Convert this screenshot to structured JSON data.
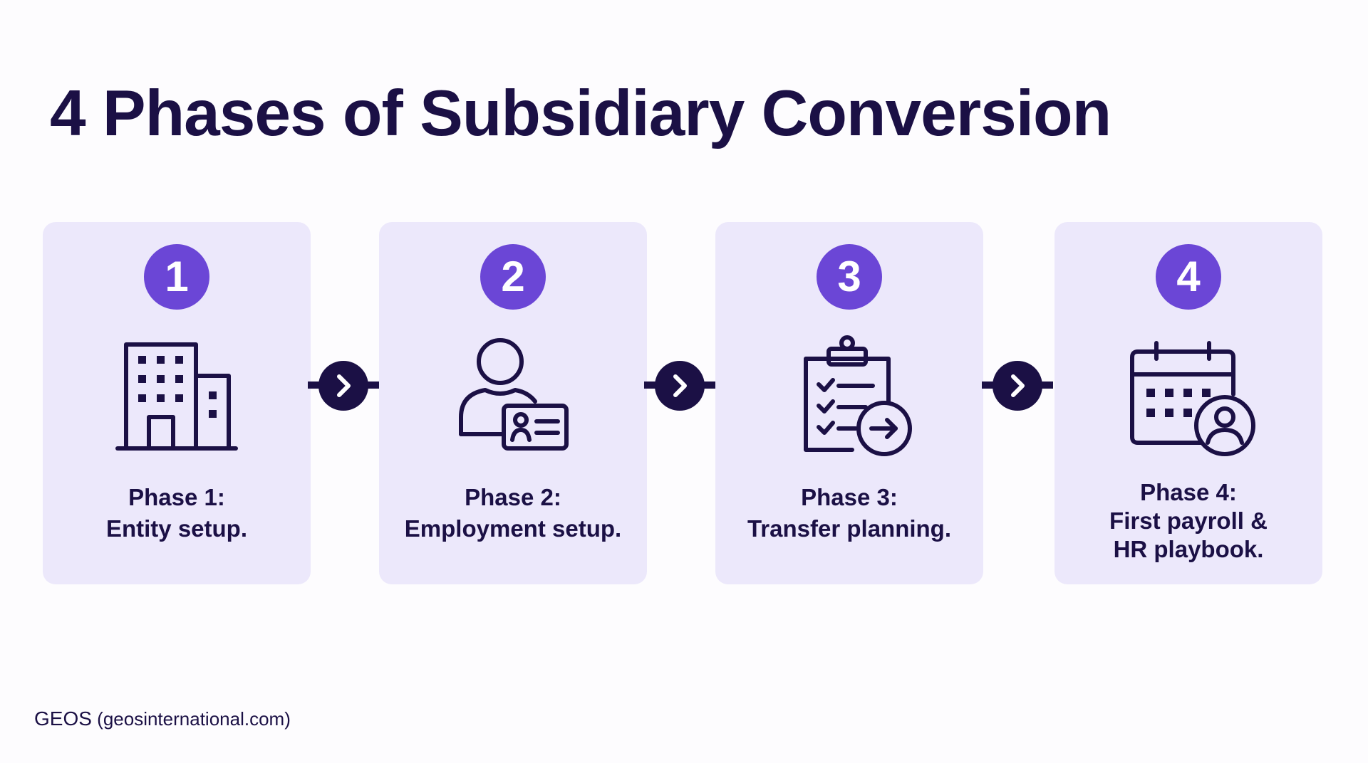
{
  "title": "4 Phases of Subsidiary Conversion",
  "phases": [
    {
      "number": "1",
      "icon": "office-building-icon",
      "label_lines": [
        "Phase 1:",
        "Entity setup."
      ]
    },
    {
      "number": "2",
      "icon": "employee-id-card-icon",
      "label_lines": [
        "Phase 2:",
        "Employment setup."
      ]
    },
    {
      "number": "3",
      "icon": "clipboard-checklist-arrow-icon",
      "label_lines": [
        "Phase 3:",
        "Transfer planning."
      ]
    },
    {
      "number": "4",
      "icon": "calendar-user-icon",
      "label_lines": [
        "Phase 4:",
        "First payroll &",
        "HR playbook."
      ]
    }
  ],
  "footer": {
    "brand": "GEOS",
    "source": "(geosinternational.com)"
  },
  "colors": {
    "background": "#fdfcfe",
    "card": "#ece8fb",
    "accent": "#6b46d6",
    "ink": "#1b1045"
  }
}
